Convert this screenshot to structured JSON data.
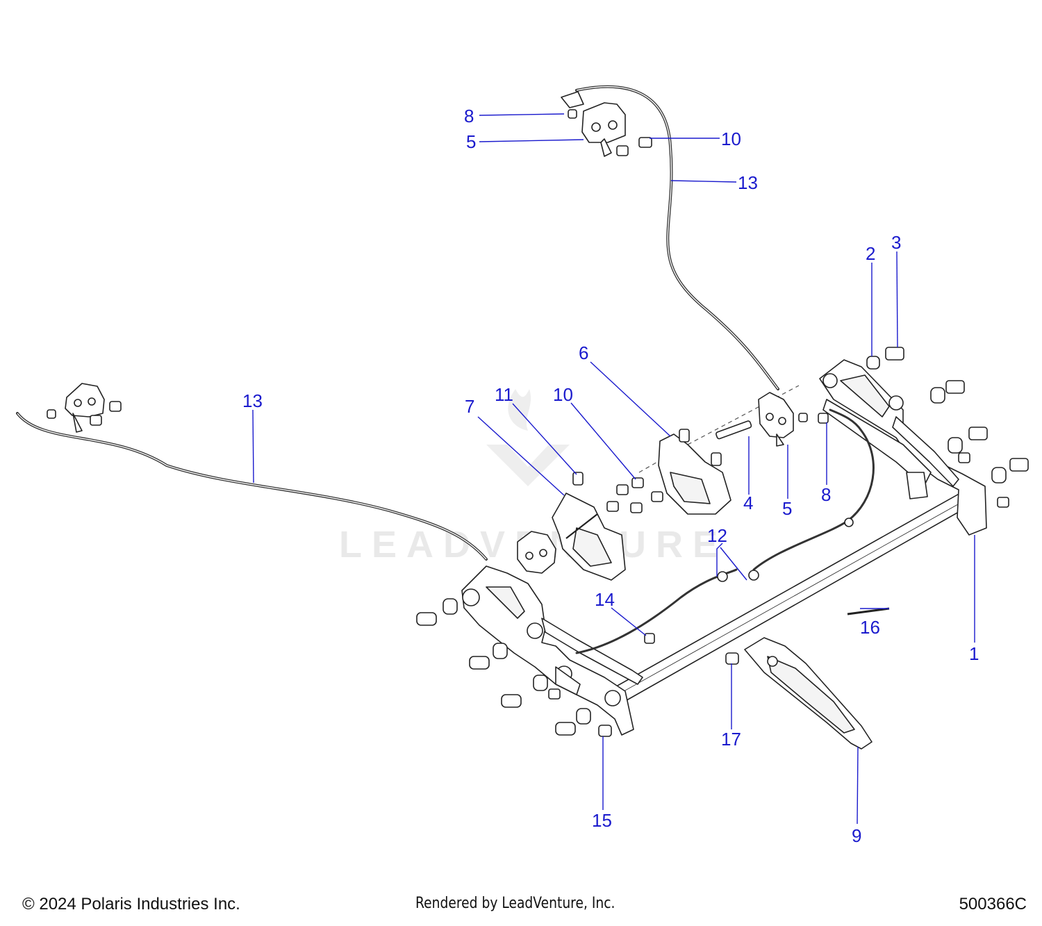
{
  "diagram": {
    "callouts": [
      {
        "id": "c-8-top",
        "label": "8"
      },
      {
        "id": "c-5-top",
        "label": "5"
      },
      {
        "id": "c-10-top",
        "label": "10"
      },
      {
        "id": "c-13-right",
        "label": "13"
      },
      {
        "id": "c-2",
        "label": "2"
      },
      {
        "id": "c-3",
        "label": "3"
      },
      {
        "id": "c-6",
        "label": "6"
      },
      {
        "id": "c-13-left",
        "label": "13"
      },
      {
        "id": "c-7",
        "label": "7"
      },
      {
        "id": "c-11",
        "label": "11"
      },
      {
        "id": "c-10-mid",
        "label": "10"
      },
      {
        "id": "c-4",
        "label": "4"
      },
      {
        "id": "c-5-mid",
        "label": "5"
      },
      {
        "id": "c-8-mid",
        "label": "8"
      },
      {
        "id": "c-12",
        "label": "12"
      },
      {
        "id": "c-14",
        "label": "14"
      },
      {
        "id": "c-16",
        "label": "16"
      },
      {
        "id": "c-1",
        "label": "1"
      },
      {
        "id": "c-17",
        "label": "17"
      },
      {
        "id": "c-15",
        "label": "15"
      },
      {
        "id": "c-9",
        "label": "9"
      }
    ],
    "watermark_text": "LEADVENTURE",
    "colors": {
      "callout": "#1a1acd",
      "line": "#222222",
      "watermark": "#e9e9e9"
    }
  },
  "footer": {
    "copyright": "© 2024 Polaris Industries Inc.",
    "rendered_by": "Rendered by LeadVenture, Inc.",
    "diagram_code": "500366C"
  }
}
